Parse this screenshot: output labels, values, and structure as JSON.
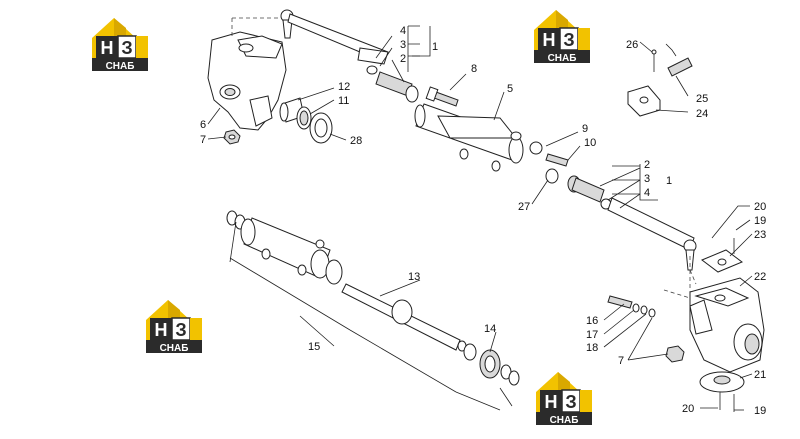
{
  "watermark": {
    "letter": "Н",
    "digit": "З",
    "caption": "СНАБ",
    "colors": {
      "yellow": "#f2c200",
      "dark": "#2b2b2b",
      "white": "#ffffff"
    }
  },
  "callouts": {
    "c1a": "1",
    "c2a": "2",
    "c3a": "3",
    "c4a": "4",
    "c1b": "1",
    "c2b": "2",
    "c3b": "3",
    "c4b": "4",
    "c5": "5",
    "c6": "6",
    "c7a": "7",
    "c7b": "7",
    "c8": "8",
    "c9": "9",
    "c10": "10",
    "c11": "11",
    "c12": "12",
    "c13": "13",
    "c14": "14",
    "c15": "15",
    "c16": "16",
    "c17": "17",
    "c18": "18",
    "c19a": "19",
    "c19b": "19",
    "c20a": "20",
    "c20b": "20",
    "c21": "21",
    "c22": "22",
    "c23": "23",
    "c24": "24",
    "c25": "25",
    "c26": "26",
    "c27": "27",
    "c28": "28"
  }
}
